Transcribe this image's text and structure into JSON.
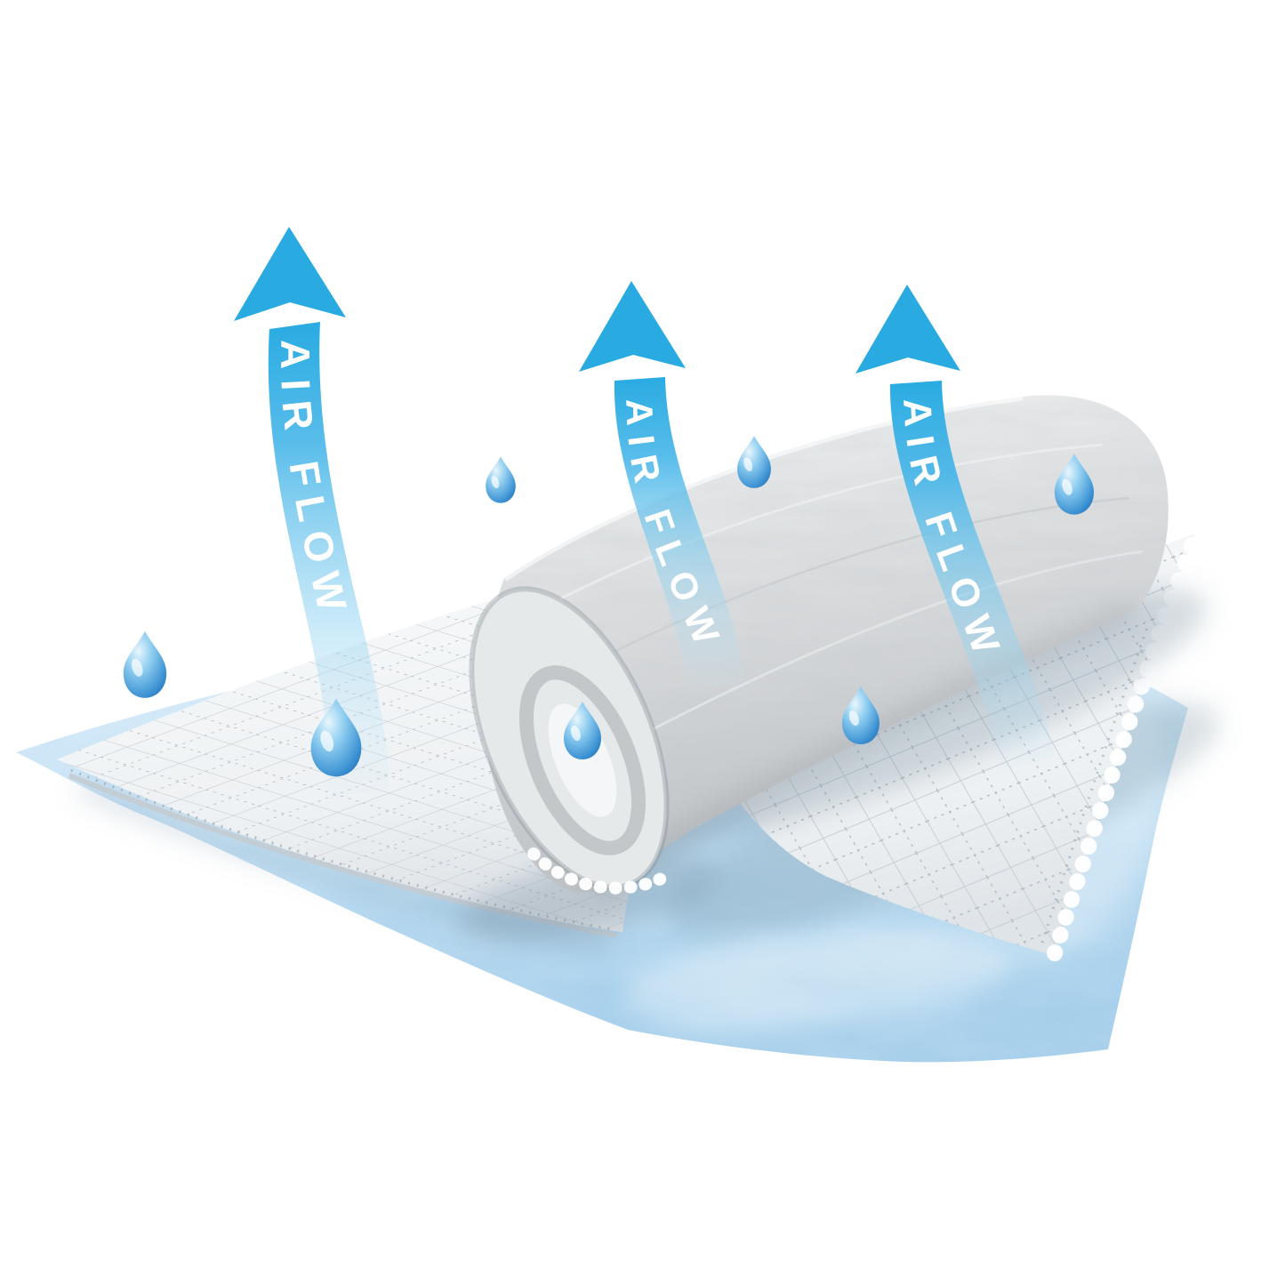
{
  "figure": {
    "background_color": "#ffffff",
    "arrows": [
      {
        "label": "AIR FLOW"
      },
      {
        "label": "AIR FLOW"
      },
      {
        "label": "AIR FLOW"
      }
    ],
    "colors": {
      "arrow_blue": "#29abe2",
      "arrow_text": "#ffffff",
      "backsheet_blue": "#bfe0f4",
      "pad_white": "#f3f5f7",
      "quilt_line_gray": "#c2c9cf",
      "roll_gray": "#d6d9da",
      "drop_blue": "#2e7fc1"
    },
    "icons": {
      "water_drop": "teardrop-svg-shape",
      "airflow_arrow": "curved-tapered-arrow-svg-shape"
    }
  }
}
